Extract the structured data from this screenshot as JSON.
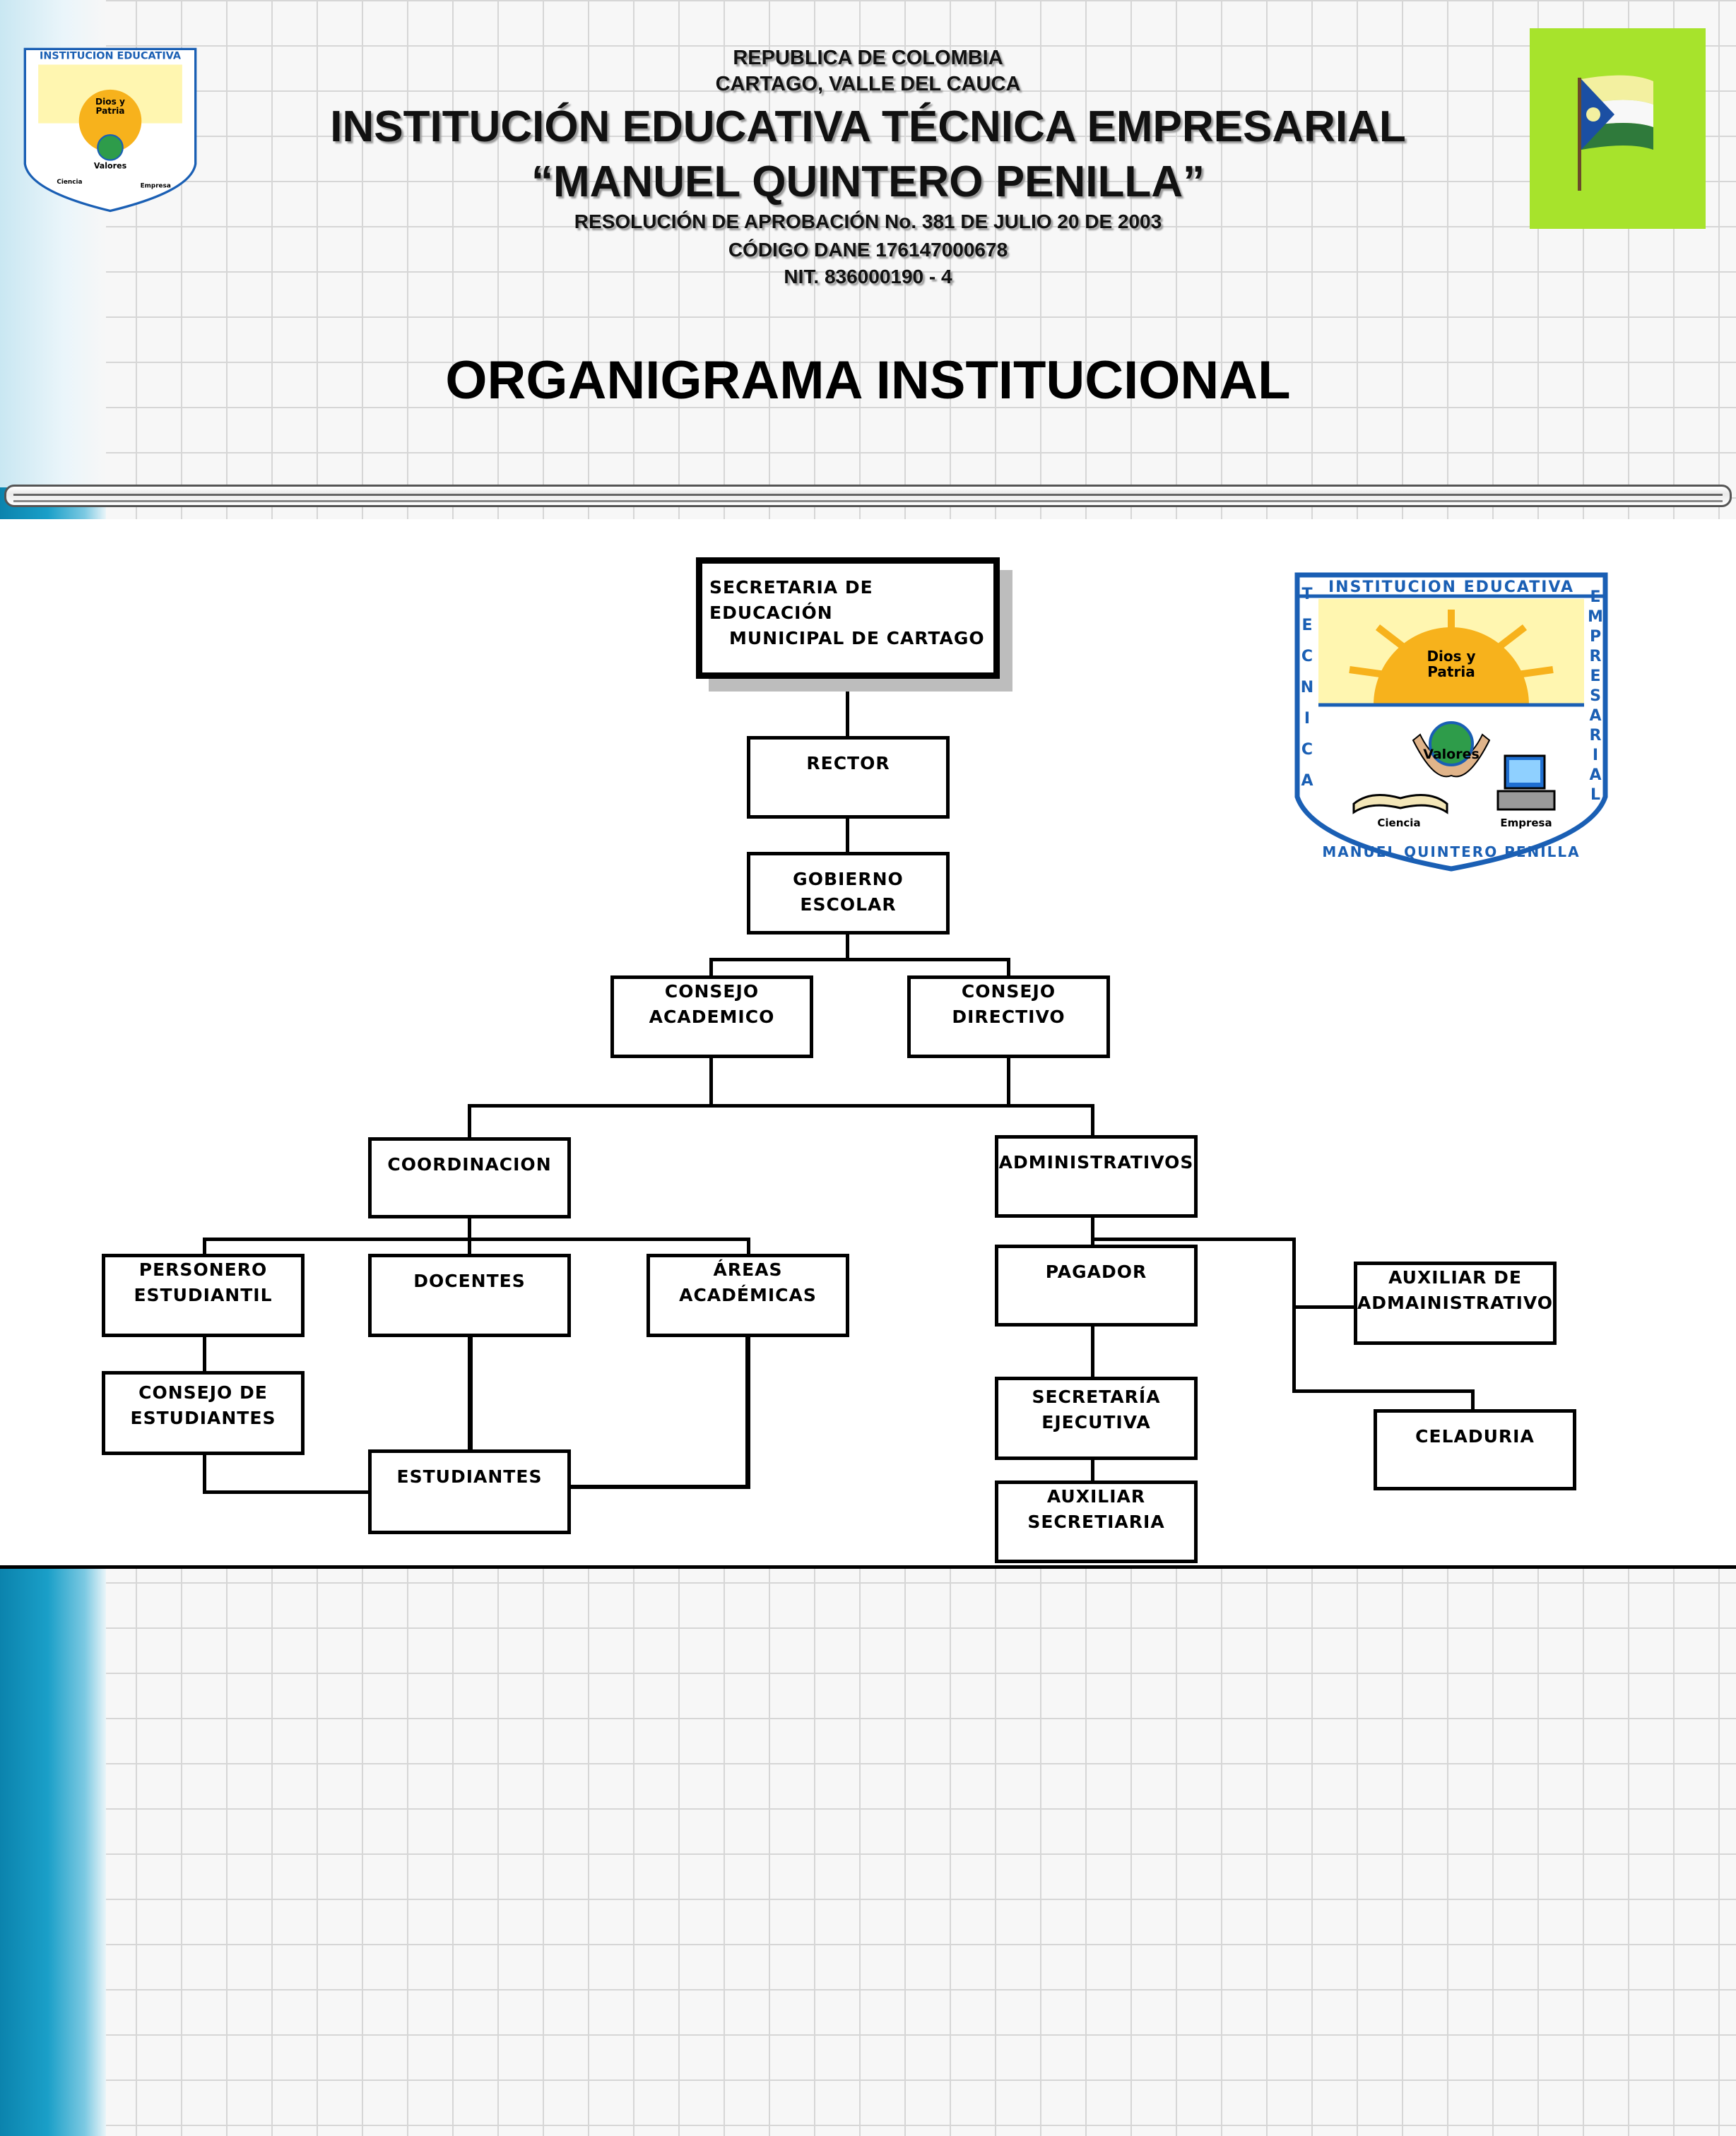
{
  "header": {
    "line1": "REPUBLICA DE COLOMBIA",
    "line2": "CARTAGO, VALLE DEL CAUCA",
    "title1": "INSTITUCIÓN EDUCATIVA TÉCNICA EMPRESARIAL",
    "title2": "“MANUEL QUINTERO PENILLA”",
    "line3": "RESOLUCIÓN DE APROBACIÓN  No. 381 DE JULIO 20 DE 2003",
    "line4": "CÓDIGO DANE 176147000678",
    "line5": "NIT. 836000190 -  4"
  },
  "page_title": "ORGANIGRAMA INSTITUCIONAL",
  "logo": {
    "top": "INSTITUCION  EDUCATIVA",
    "left": [
      "T",
      "E",
      "C",
      "N",
      "I",
      "C",
      "A"
    ],
    "right": [
      "E",
      "M",
      "P",
      "R",
      "E",
      "S",
      "A",
      "R",
      "I",
      "A",
      "L"
    ],
    "motto_1": "Dios y",
    "motto_2": "Patria",
    "valores": "Valores",
    "ciencia": "Ciencia",
    "empresa": "Empresa",
    "bottom": "MANUEL QUINTERO PENILLA",
    "colors": {
      "blue": "#1a5fb4",
      "sun": "#f7b21c",
      "sky": "#fff6b0"
    }
  },
  "flag_icon": "institution-flag-icon",
  "org_chart": {
    "secretaria": [
      "SECRETARIA DE EDUCACIÓN",
      "MUNICIPAL DE CARTAGO"
    ],
    "rector": [
      "RECTOR"
    ],
    "gobierno": [
      "GOBIERNO",
      "ESCOLAR"
    ],
    "consejo_academico": [
      "CONSEJO",
      "ACADEMICO"
    ],
    "consejo_directivo": [
      "CONSEJO",
      "DIRECTIVO"
    ],
    "coordinacion": [
      "COORDINACION"
    ],
    "administrativos": [
      "ADMINISTRATIVOS"
    ],
    "personero": [
      "PERSONERO",
      "ESTUDIANTIL"
    ],
    "docentes": [
      "DOCENTES"
    ],
    "areas": [
      "ÁREAS",
      "ACADÉMICAS"
    ],
    "consejo_estudiantes": [
      "CONSEJO DE",
      "ESTUDIANTES"
    ],
    "estudiantes": [
      "ESTUDIANTES"
    ],
    "pagador": [
      "PAGADOR"
    ],
    "secretaria_ejecutiva": [
      "SECRETARÍA",
      "EJECUTIVA"
    ],
    "auxiliar_secretaria": [
      "AUXILIAR",
      "SECRETIARIA"
    ],
    "auxiliar_admin": [
      "AUXILIAR DE",
      "ADMAINISTRATIVO"
    ],
    "celaduria": [
      "CELADURIA"
    ]
  }
}
